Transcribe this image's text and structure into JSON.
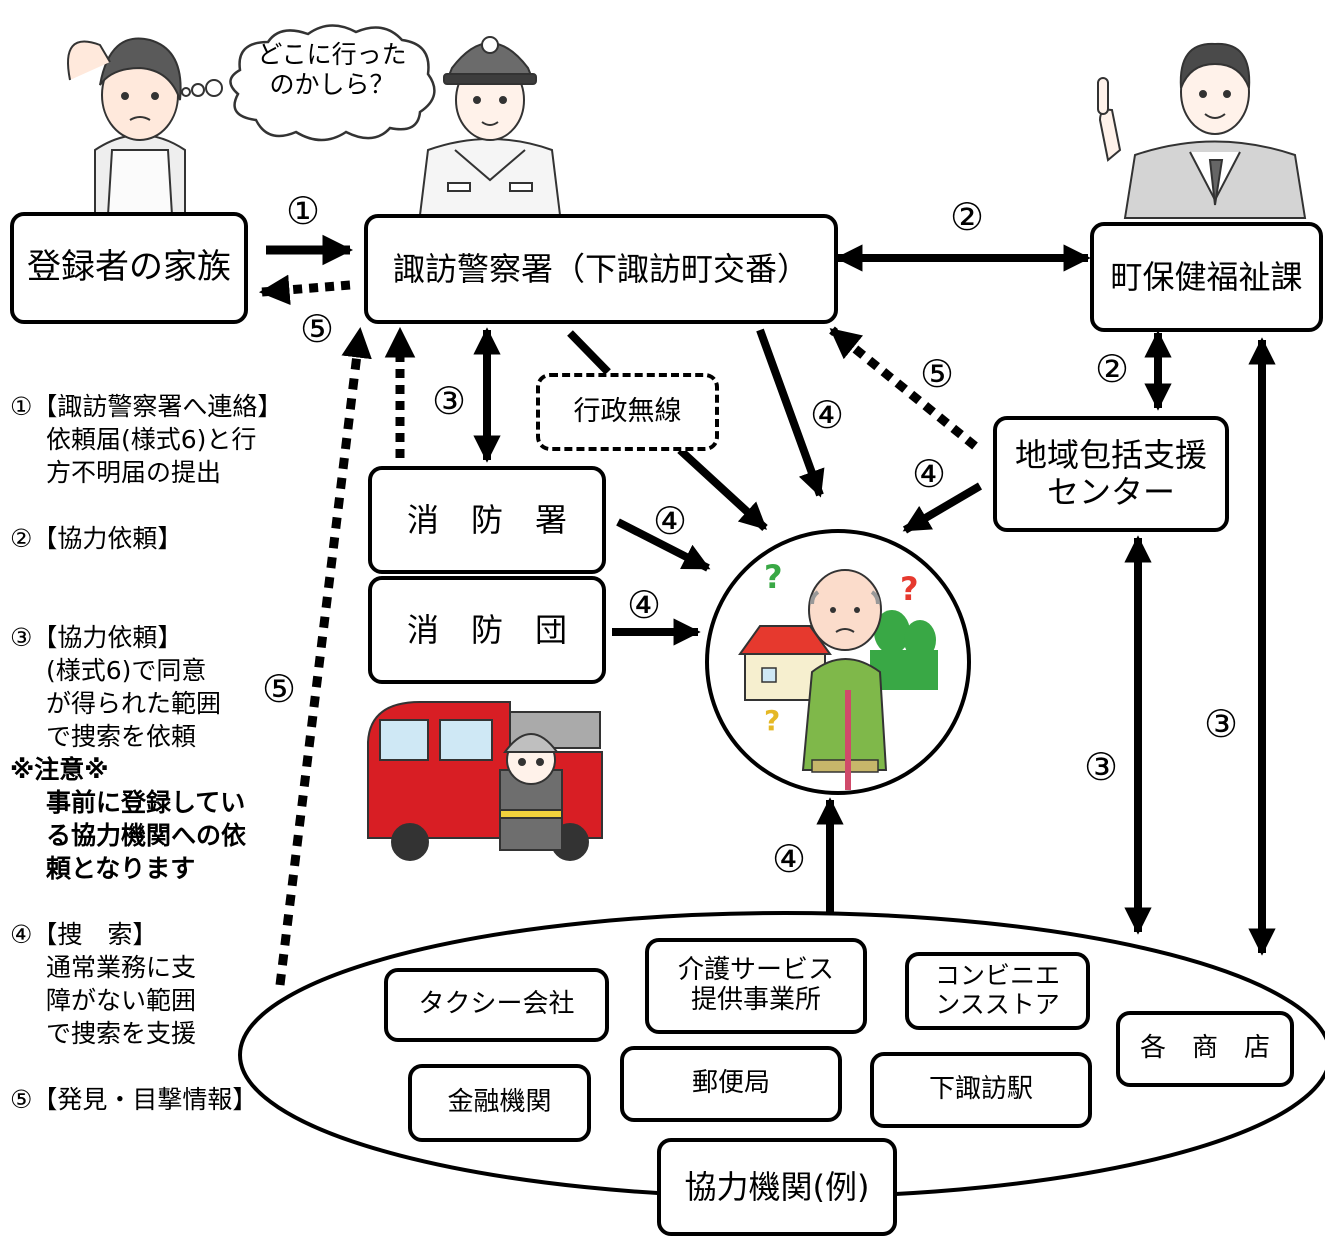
{
  "thought_bubble": {
    "line1": "どこに行った",
    "line2": "のかしら？"
  },
  "nodes": {
    "family": "登録者の家族",
    "police": "諏訪警察署（下諏訪町交番）",
    "welfare": "町保健福祉課",
    "radio": "行政無線",
    "fire_station": "消　防　署",
    "fire_brigade": "消　防　団",
    "center_line1": "地域包括支援",
    "center_line2": "センター"
  },
  "partners": {
    "label": "協力機関(例)",
    "items": {
      "taxi": "タクシー会社",
      "care_line1": "介護サービス",
      "care_line2": "提供事業所",
      "conv_line1": "コンビニエ",
      "conv_line2": "ンスストア",
      "shops": "各　商　店",
      "bank": "金融機関",
      "post": "郵便局",
      "station": "下諏訪駅"
    }
  },
  "step_numbers": {
    "s1": "①",
    "s2": "②",
    "s3": "③",
    "s4": "④",
    "s5": "⑤"
  },
  "legend": {
    "step1_title": "①【諏訪警察署へ連絡】",
    "step1_l1": "依頼届(様式6)と行",
    "step1_l2": "方不明届の提出",
    "step2_title": "②【協力依頼】",
    "step3_title": "③【協力依頼】",
    "step3_l1": "(様式6)で同意",
    "step3_l2": "が得られた範囲",
    "step3_l3": "で捜索を依頼",
    "note_title": "※注意※",
    "note_l1": "事前に登録してい",
    "note_l2": "る協力機関への依",
    "note_l3": "頼となります",
    "step4_title": "④【捜　索】",
    "step4_l1": "通常業務に支",
    "step4_l2": "障がない範囲",
    "step4_l3": "で捜索を支援",
    "step5_title": "⑤【発見・目撃情報】"
  },
  "colors": {
    "line": "#000000",
    "fire_truck": "#d81e24",
    "jacket": "#7fb84a",
    "house_roof": "#e6392e",
    "bush": "#39a845"
  }
}
